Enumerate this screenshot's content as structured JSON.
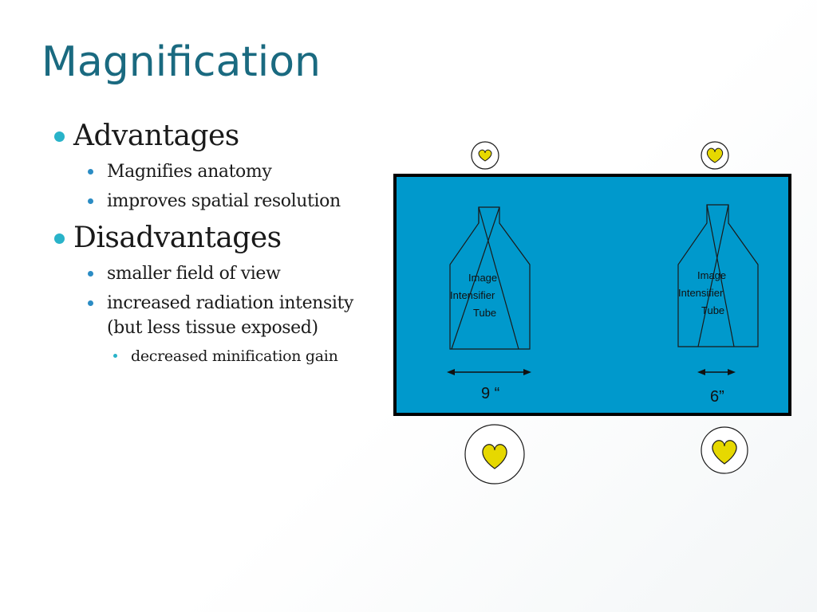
{
  "slide": {
    "title": "Magnification"
  },
  "bullets": {
    "advantages": {
      "label": "Advantages",
      "items": [
        "Magnifies anatomy",
        "improves spatial resolution"
      ]
    },
    "disadvantages": {
      "label": "Disadvantages",
      "item_1": "smaller field of view",
      "item_2_line_1": "increased radiation intensity",
      "item_2_line_2": "(but less tissue exposed)",
      "sub_item": "decreased minification gain"
    }
  },
  "diagram": {
    "left_tube": {
      "line_1": "Image",
      "line_2": "Intensifier",
      "line_3": "Tube",
      "size_label": "9 “"
    },
    "right_tube": {
      "line_1": "Image",
      "line_2": "Intensifier",
      "line_3": "Tube",
      "size_label": "6”"
    },
    "colors": {
      "panel_fill": "#0099cc",
      "panel_border": "#000000",
      "heart_fill": "#e6d800",
      "tube_stroke": "#1a1a1a",
      "title": "#1a6a80",
      "bullet_large": "#29b3c9",
      "bullet_small": "#2b8cc4"
    },
    "icons": {
      "heart": "heart-icon"
    }
  }
}
